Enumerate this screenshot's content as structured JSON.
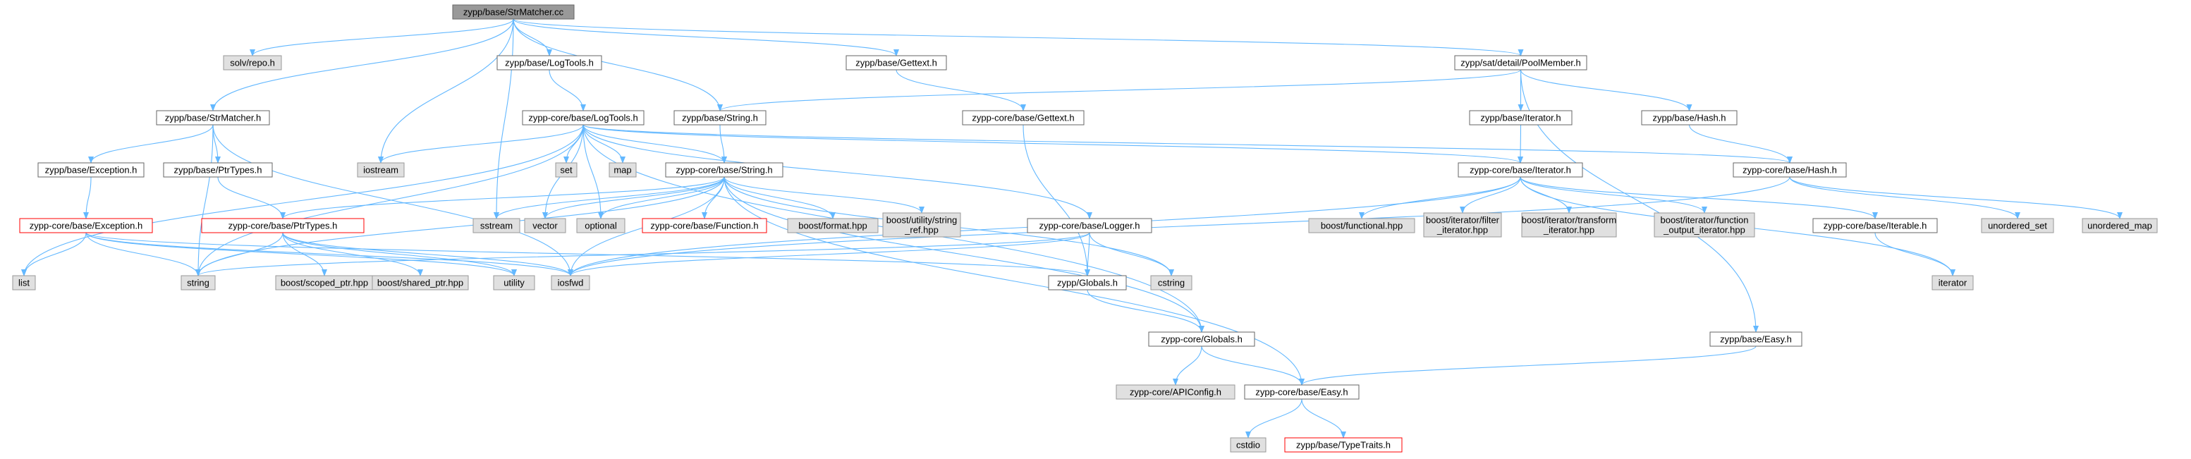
{
  "colors": {
    "edge": "#63b8ff",
    "node_fill": "#ffffff",
    "node_border": "#666666",
    "root_fill": "#999999",
    "system_fill": "#e0e0e0",
    "system_border": "#999999",
    "truncated_border": "#ff0000"
  },
  "nodes": [
    {
      "id": "root",
      "label": [
        "zypp/base/StrMatcher.cc"
      ],
      "kind": "root"
    },
    {
      "id": "solv_repo",
      "label": [
        "solv/repo.h"
      ],
      "kind": "system"
    },
    {
      "id": "base_strmatcher",
      "label": [
        "zypp/base/StrMatcher.h"
      ],
      "kind": "normal"
    },
    {
      "id": "base_logtools",
      "label": [
        "zypp/base/LogTools.h"
      ],
      "kind": "normal"
    },
    {
      "id": "base_string",
      "label": [
        "zypp/base/String.h"
      ],
      "kind": "normal"
    },
    {
      "id": "base_gettext",
      "label": [
        "zypp/base/Gettext.h"
      ],
      "kind": "normal"
    },
    {
      "id": "poolmember",
      "label": [
        "zypp/sat/detail/PoolMember.h"
      ],
      "kind": "normal"
    },
    {
      "id": "core_logtools",
      "label": [
        "zypp-core/base/LogTools.h"
      ],
      "kind": "normal"
    },
    {
      "id": "core_gettext",
      "label": [
        "zypp-core/base/Gettext.h"
      ],
      "kind": "normal"
    },
    {
      "id": "base_iterator",
      "label": [
        "zypp/base/Iterator.h"
      ],
      "kind": "normal"
    },
    {
      "id": "base_hash",
      "label": [
        "zypp/base/Hash.h"
      ],
      "kind": "normal"
    },
    {
      "id": "base_exception",
      "label": [
        "zypp/base/Exception.h"
      ],
      "kind": "normal"
    },
    {
      "id": "base_ptrtypes",
      "label": [
        "zypp/base/PtrTypes.h"
      ],
      "kind": "normal"
    },
    {
      "id": "iostream",
      "label": [
        "iostream"
      ],
      "kind": "system"
    },
    {
      "id": "set",
      "label": [
        "set"
      ],
      "kind": "system"
    },
    {
      "id": "map",
      "label": [
        "map"
      ],
      "kind": "system"
    },
    {
      "id": "core_string",
      "label": [
        "zypp-core/base/String.h"
      ],
      "kind": "normal"
    },
    {
      "id": "core_iterator",
      "label": [
        "zypp-core/base/Iterator.h"
      ],
      "kind": "normal"
    },
    {
      "id": "core_hash",
      "label": [
        "zypp-core/base/Hash.h"
      ],
      "kind": "normal"
    },
    {
      "id": "core_exception",
      "label": [
        "zypp-core/base/Exception.h"
      ],
      "kind": "truncated"
    },
    {
      "id": "core_ptrtypes",
      "label": [
        "zypp-core/base/PtrTypes.h"
      ],
      "kind": "truncated"
    },
    {
      "id": "sstream",
      "label": [
        "sstream"
      ],
      "kind": "system"
    },
    {
      "id": "vector",
      "label": [
        "vector"
      ],
      "kind": "system"
    },
    {
      "id": "optional",
      "label": [
        "optional"
      ],
      "kind": "system"
    },
    {
      "id": "core_function",
      "label": [
        "zypp-core/base/Function.h"
      ],
      "kind": "truncated"
    },
    {
      "id": "boost_format",
      "label": [
        "boost/format.hpp"
      ],
      "kind": "system"
    },
    {
      "id": "boost_string_ref",
      "label": [
        "boost/utility/string",
        "_ref.hpp"
      ],
      "kind": "system"
    },
    {
      "id": "core_logger",
      "label": [
        "zypp-core/base/Logger.h"
      ],
      "kind": "normal"
    },
    {
      "id": "boost_functional",
      "label": [
        "boost/functional.hpp"
      ],
      "kind": "system"
    },
    {
      "id": "boost_filter_iter",
      "label": [
        "boost/iterator/filter",
        "_iterator.hpp"
      ],
      "kind": "system"
    },
    {
      "id": "boost_transform_iter",
      "label": [
        "boost/iterator/transform",
        "_iterator.hpp"
      ],
      "kind": "system"
    },
    {
      "id": "boost_function_output_iter",
      "label": [
        "boost/iterator/function",
        "_output_iterator.hpp"
      ],
      "kind": "system"
    },
    {
      "id": "core_iterable",
      "label": [
        "zypp-core/base/Iterable.h"
      ],
      "kind": "normal"
    },
    {
      "id": "unordered_set",
      "label": [
        "unordered_set"
      ],
      "kind": "system"
    },
    {
      "id": "unordered_map",
      "label": [
        "unordered_map"
      ],
      "kind": "system"
    },
    {
      "id": "list",
      "label": [
        "list"
      ],
      "kind": "system"
    },
    {
      "id": "string",
      "label": [
        "string"
      ],
      "kind": "system"
    },
    {
      "id": "boost_scoped_ptr",
      "label": [
        "boost/scoped_ptr.hpp"
      ],
      "kind": "system"
    },
    {
      "id": "boost_shared_ptr",
      "label": [
        "boost/shared_ptr.hpp"
      ],
      "kind": "system"
    },
    {
      "id": "utility",
      "label": [
        "utility"
      ],
      "kind": "system"
    },
    {
      "id": "iosfwd",
      "label": [
        "iosfwd"
      ],
      "kind": "system"
    },
    {
      "id": "zypp_globals",
      "label": [
        "zypp/Globals.h"
      ],
      "kind": "normal"
    },
    {
      "id": "cstring",
      "label": [
        "cstring"
      ],
      "kind": "system"
    },
    {
      "id": "iterator",
      "label": [
        "iterator"
      ],
      "kind": "system"
    },
    {
      "id": "core_globals",
      "label": [
        "zypp-core/Globals.h"
      ],
      "kind": "normal"
    },
    {
      "id": "base_easy",
      "label": [
        "zypp/base/Easy.h"
      ],
      "kind": "normal"
    },
    {
      "id": "core_apiconfig",
      "label": [
        "zypp-core/APIConfig.h"
      ],
      "kind": "system"
    },
    {
      "id": "core_easy",
      "label": [
        "zypp-core/base/Easy.h"
      ],
      "kind": "normal"
    },
    {
      "id": "cstdio",
      "label": [
        "cstdio"
      ],
      "kind": "system"
    },
    {
      "id": "base_typetraits",
      "label": [
        "zypp/base/TypeTraits.h"
      ],
      "kind": "truncated"
    }
  ],
  "edges": [
    [
      "root",
      "solv_repo"
    ],
    [
      "root",
      "base_strmatcher"
    ],
    [
      "root",
      "base_logtools"
    ],
    [
      "root",
      "base_string"
    ],
    [
      "root",
      "base_gettext"
    ],
    [
      "root",
      "poolmember"
    ],
    [
      "root",
      "iostream"
    ],
    [
      "root",
      "sstream"
    ],
    [
      "base_strmatcher",
      "base_exception"
    ],
    [
      "base_strmatcher",
      "base_ptrtypes"
    ],
    [
      "base_strmatcher",
      "string"
    ],
    [
      "base_strmatcher",
      "iosfwd"
    ],
    [
      "base_logtools",
      "core_logtools"
    ],
    [
      "base_string",
      "core_string"
    ],
    [
      "base_gettext",
      "core_gettext"
    ],
    [
      "poolmember",
      "base_string"
    ],
    [
      "poolmember",
      "base_iterator"
    ],
    [
      "poolmember",
      "base_hash"
    ],
    [
      "poolmember",
      "base_easy"
    ],
    [
      "base_iterator",
      "core_iterator"
    ],
    [
      "base_hash",
      "core_hash"
    ],
    [
      "base_exception",
      "core_exception"
    ],
    [
      "base_ptrtypes",
      "core_ptrtypes"
    ],
    [
      "core_gettext",
      "zypp_globals"
    ],
    [
      "core_logtools",
      "iostream"
    ],
    [
      "core_logtools",
      "set"
    ],
    [
      "core_logtools",
      "map"
    ],
    [
      "core_logtools",
      "core_string"
    ],
    [
      "core_logtools",
      "core_iterator"
    ],
    [
      "core_logtools",
      "core_hash"
    ],
    [
      "core_logtools",
      "vector"
    ],
    [
      "core_logtools",
      "optional"
    ],
    [
      "core_logtools",
      "core_logger"
    ],
    [
      "core_logtools",
      "list"
    ],
    [
      "core_logtools",
      "string"
    ],
    [
      "core_logtools",
      "core_globals"
    ],
    [
      "core_string",
      "core_ptrtypes"
    ],
    [
      "core_string",
      "sstream"
    ],
    [
      "core_string",
      "vector"
    ],
    [
      "core_string",
      "optional"
    ],
    [
      "core_string",
      "core_function"
    ],
    [
      "core_string",
      "boost_format"
    ],
    [
      "core_string",
      "boost_string_ref"
    ],
    [
      "core_string",
      "string"
    ],
    [
      "core_string",
      "iosfwd"
    ],
    [
      "core_string",
      "cstring"
    ],
    [
      "core_string",
      "core_easy"
    ],
    [
      "core_string",
      "core_globals"
    ],
    [
      "core_iterator",
      "boost_functional"
    ],
    [
      "core_iterator",
      "boost_filter_iter"
    ],
    [
      "core_iterator",
      "boost_transform_iter"
    ],
    [
      "core_iterator",
      "boost_function_output_iter"
    ],
    [
      "core_iterator",
      "core_iterable"
    ],
    [
      "core_iterator",
      "iterator"
    ],
    [
      "core_iterator",
      "iosfwd"
    ],
    [
      "core_hash",
      "unordered_set"
    ],
    [
      "core_hash",
      "unordered_map"
    ],
    [
      "core_hash",
      "iosfwd"
    ],
    [
      "core_iterable",
      "iterator"
    ],
    [
      "core_logger",
      "zypp_globals"
    ],
    [
      "core_logger",
      "iosfwd"
    ],
    [
      "core_logger",
      "cstring"
    ],
    [
      "core_logger",
      "string"
    ],
    [
      "core_exception",
      "list"
    ],
    [
      "core_exception",
      "string"
    ],
    [
      "core_exception",
      "iosfwd"
    ],
    [
      "core_exception",
      "utility"
    ],
    [
      "core_exception",
      "zypp_globals"
    ],
    [
      "core_ptrtypes",
      "string"
    ],
    [
      "core_ptrtypes",
      "boost_scoped_ptr"
    ],
    [
      "core_ptrtypes",
      "boost_shared_ptr"
    ],
    [
      "core_ptrtypes",
      "utility"
    ],
    [
      "core_ptrtypes",
      "iosfwd"
    ],
    [
      "zypp_globals",
      "core_globals"
    ],
    [
      "core_globals",
      "core_apiconfig"
    ],
    [
      "core_globals",
      "core_easy"
    ],
    [
      "base_easy",
      "core_easy"
    ],
    [
      "core_easy",
      "cstdio"
    ],
    [
      "core_easy",
      "base_typetraits"
    ]
  ]
}
